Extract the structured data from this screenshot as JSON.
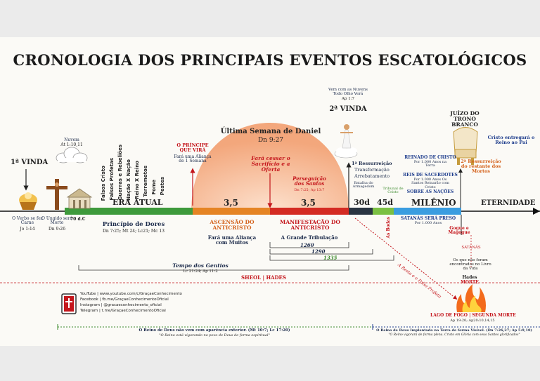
{
  "title": "CRONOLOGIA DOS PRINCIPAIS EVENTOS ESCATOLÓGICOS",
  "timeline": {
    "era_atual": "ERA ATUAL",
    "seg1": "3,5",
    "seg2": "3,5",
    "seg3": "30d",
    "seg4": "45d",
    "milenio": "MILÊNIO",
    "eternidade": "ETERNIDADE"
  },
  "first_coming": {
    "label": "1ª VINDA",
    "verbo": "O Verbo se fez Carne",
    "verbo_ref": "Jo 1:14",
    "ungido": "O Ungido será Morto",
    "ungido_ref": "Dn 9:26",
    "nuvem": "Nuvem",
    "nuvem_ref": "At 1:10,11",
    "year": "70 d.C"
  },
  "signs": [
    "Falsos Cristo",
    "Falsos Profetas",
    "Guerras e Rebeliões",
    "Nação X Nação",
    "Reino X Reino",
    "Terremotos",
    "Fome",
    "Pestes"
  ],
  "principe": {
    "title": "O PRÍNCIPE QUE VIRÁ",
    "desc": "Fará uma Aliança de 1 Semana"
  },
  "dores": {
    "title": "Princípio de Dores",
    "ref": "Dn 7:25; Mt 24; Lc21; Mc 13"
  },
  "daniel": {
    "title": "Última Semana de Daniel",
    "ref": "Dn 9:27",
    "cessar": "Fará cessar o Sacrifício e a Oferta",
    "perseguicao": "Perseguição dos Santos",
    "perseguicao_ref": "Dn 7:25; Ap 13:7"
  },
  "ascensao": {
    "title": "ASCENSÃO DO ANTICRISTO",
    "desc": "Fará uma Aliança com Muitos"
  },
  "manifestacao": {
    "title": "MANIFESTAÇÃO DO ANTICRISTO",
    "desc": "A Grande Tribulação"
  },
  "days": [
    "1260",
    "1290",
    "1335"
  ],
  "second_coming": {
    "top": "Vem com as Nuvens Todo Olho Verá",
    "top_ref": "Ap 1:7",
    "label": "2ª VINDA",
    "ressurreicao": "1ª Ressurreição",
    "transformacao": "Transformação",
    "arrebatamento": "Arrebatamento",
    "batalha": "Batalha do Armagedom",
    "tribunal": "Tribunal de Cristo",
    "bodas": "As Bodas"
  },
  "millennium": {
    "reinado": "REINADO DE CRISTO",
    "reinado_sub": "Por 1.000 Anos na Terra",
    "reis": "REIS DE SACERDOTES",
    "reis_sub": "Por 1.000 Anos Os Santos Reinarão com Cristo",
    "nacoes": "SOBRE AS NAÇÕES",
    "satanas": "SATANÁS SERÁ PRESO",
    "satanas_sub": "Por 1.000 Anos"
  },
  "end": {
    "juizo": "JUÍZO DO TRONO BRANCO",
    "segunda": "2ª Ressurreição do restante dos Mortos",
    "cristo": "Cristo entregará o Reino ao Pai",
    "gogue": "Gogue e Magogue",
    "satanas": "SATANÁS",
    "nao_foram": "Os que não foram encontrados no Livro da Vida",
    "hades": "Hades",
    "morte": "MORTE",
    "lago": "LAGO DE FOGO | SEGUNDA MORTE",
    "lago_ref": "Ap 19:20; Ap20:10,14,15"
  },
  "besta": "A Besta e o Falso Profeta",
  "gentios": {
    "title": "Tempo dos Gentios",
    "ref": "Lc 21:24; Ap 11:2"
  },
  "sheol": "SHEOL | HADES",
  "social": [
    "YouTube | www.youtube.com/c/GraçaeConhecimento",
    "Facebook | fb.me/GraçaeConhecimentoOficial",
    "Instagram | @gracaeconhecimento_oficial",
    "Telegram | t.me/GraçaeConhecimentoOficial"
  ],
  "footer": {
    "left": "O Reino de Deus não vem com aparência exterior. (Mt 10:7; Lc 17:20)",
    "left_sub": "\"O Reino está vigorando no povo de Deus de forma espiritual\"",
    "right": "O Reino de Deus Implantado na Terra de forma Visível. (Dn 7:26,27; Ap 5:9,10)",
    "right_sub": "\"O Reino vigorará de forma plena. Cristo em Glória com seus Santos glorificados\""
  },
  "colors": {
    "era": "#3e9a3c",
    "ascensao": "#e58424",
    "manifestacao": "#d42b23",
    "dark": "#2a3542",
    "green": "#7bc043",
    "milenio": "#3a9de0",
    "dome": "#f6b48c"
  }
}
